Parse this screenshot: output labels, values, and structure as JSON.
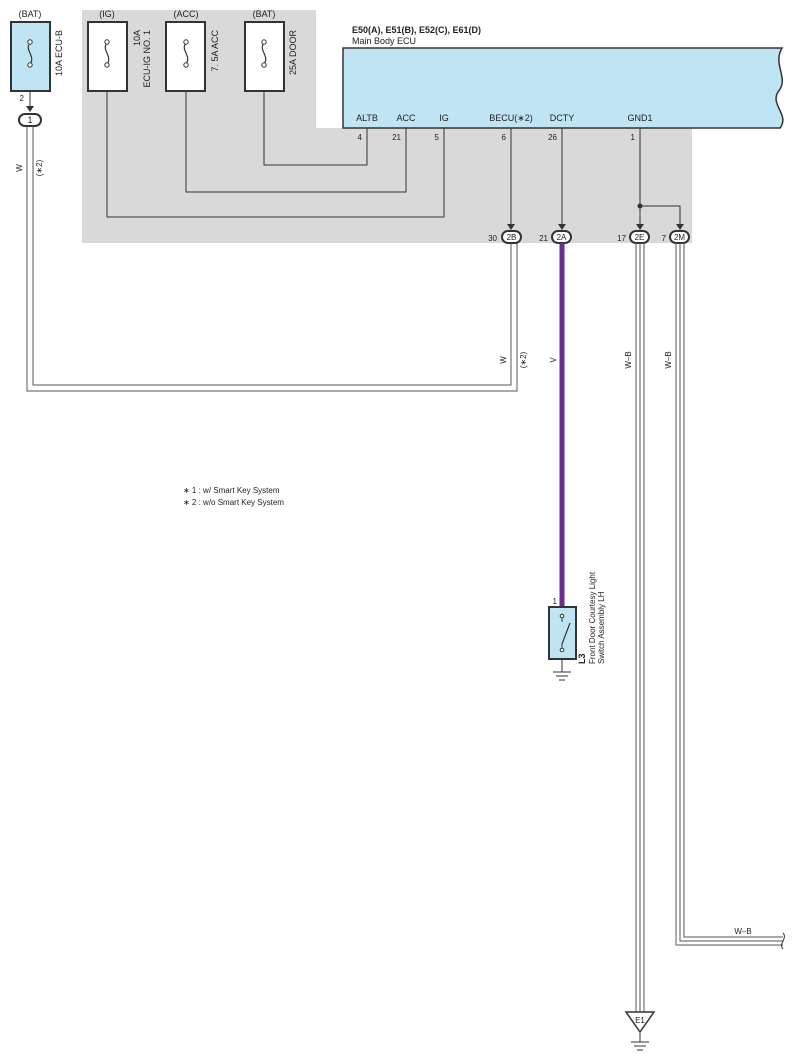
{
  "ecu": {
    "connectors": "E50(A), E51(B), E52(C), E61(D)",
    "name": "Main Body ECU",
    "terminals": [
      {
        "name": "ALTB",
        "pin": "4"
      },
      {
        "name": "ACC",
        "pin": "21"
      },
      {
        "name": "IG",
        "pin": "5"
      },
      {
        "name": "BECU(∗2)",
        "pin": "6"
      },
      {
        "name": "DCTY",
        "pin": "26"
      },
      {
        "name": "GND1",
        "pin": "1"
      }
    ]
  },
  "fuses": [
    {
      "source": "(BAT)",
      "label": "10A ECU-B",
      "label2": ""
    },
    {
      "source": "(IG)",
      "label": "10A",
      "label2": "ECU-IG NO. 1"
    },
    {
      "source": "(ACC)",
      "label": "7. 5A ACC",
      "label2": ""
    },
    {
      "source": "(BAT)",
      "label": "25A DOOR",
      "label2": ""
    }
  ],
  "ecu_b_pin": "2",
  "junction_connectors": [
    {
      "id": "1",
      "pin": ""
    },
    {
      "id": "2B",
      "pin": "30"
    },
    {
      "id": "2A",
      "pin": "21"
    },
    {
      "id": "2E",
      "pin": "17"
    },
    {
      "id": "2M",
      "pin": "7"
    }
  ],
  "wires": {
    "w_left": "W",
    "w_left_note": "(∗2)",
    "w_right": "W",
    "w_right_note": "(∗2)",
    "v": "V",
    "wb1": "W–B",
    "wb2": "W–B",
    "wb3": "W–B"
  },
  "notes": [
    "∗ 1 : w/ Smart Key System",
    "∗ 2 : w/o Smart Key System"
  ],
  "switch": {
    "pin": "1",
    "code": "L3",
    "label1": "Front Door Courtesy Light",
    "label2": "Switch Assembly LH"
  },
  "ground": {
    "code": "E1"
  },
  "colors": {
    "shade": "#d9d9d9",
    "component_fill": "#bfe4f3",
    "wire": "#333333",
    "violet": "#6a2d91"
  }
}
